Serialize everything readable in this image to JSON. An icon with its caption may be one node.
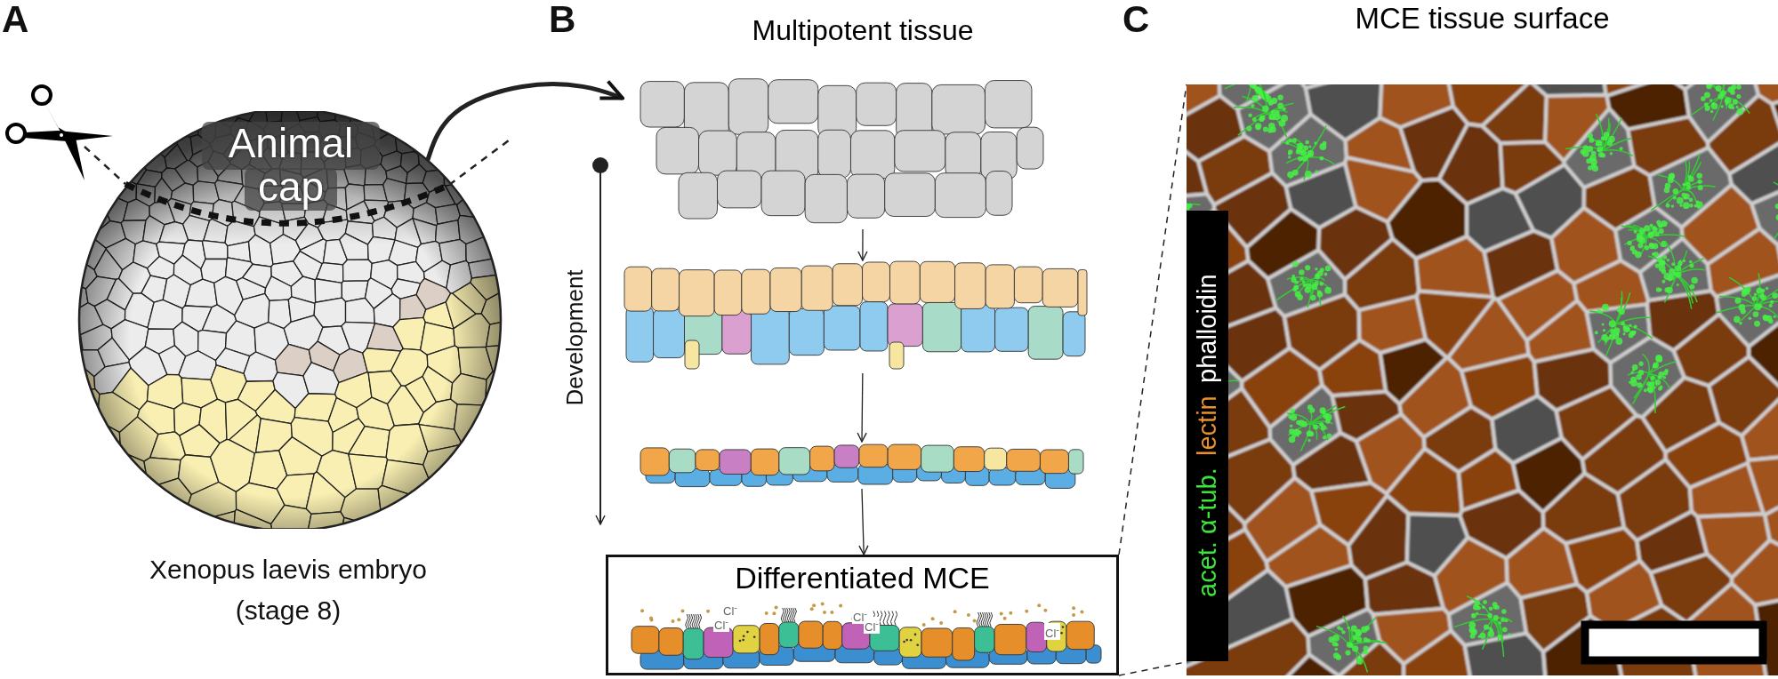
{
  "diagram": {
    "nodes": [
      {
        "text": [
          "Animal cap"
        ],
        "beside": [
          "Xenopus laevis embryo (stage 8)"
        ]
      },
      {
        "text": [
          "Multipotent tissue"
        ]
      },
      {
        "text": [],
        "shape": "picture"
      },
      {
        "text": [],
        "shape": "picture"
      },
      {
        "text": [
          "Differentiated MCE"
        ]
      },
      {
        "text": [
          "MCE tissue surface"
        ]
      }
    ],
    "edges": [
      {
        "from": 0,
        "to": 1,
        "arrow": "to",
        "style": "thick"
      },
      {
        "from": 1,
        "to": 2,
        "arrow": "to"
      },
      {
        "from": 2,
        "to": 3,
        "arrow": "to"
      },
      {
        "from": 3,
        "to": 4,
        "arrow": "to"
      },
      {
        "from": 4,
        "to": 5,
        "arrow": "none",
        "style": "dashed"
      },
      {
        "from": 4,
        "to": 5,
        "arrow": "none",
        "style": "dashed"
      }
    ],
    "labels": [
      "A",
      "B",
      "C",
      "Development",
      "Cl$^{-}$",
      "Cl$^{-}$",
      "Cl$^{-}$",
      "Cl$^{-}$",
      "Cl$^{-}$",
      "acet. α-tub.",
      "lectin",
      "phalloidin"
    ]
  }
}
